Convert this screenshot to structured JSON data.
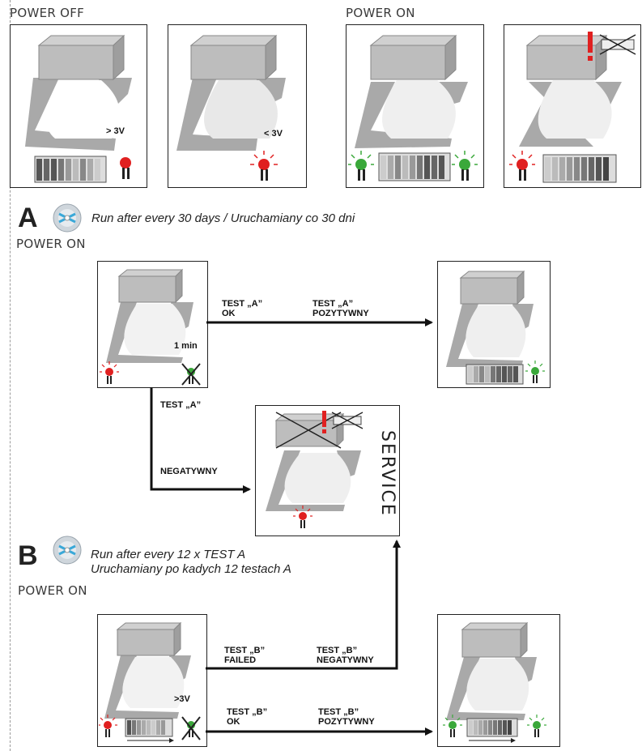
{
  "headers": {
    "power_off": "POWER OFF",
    "power_on_top": "POWER ON",
    "power_on_a": "POWER ON",
    "power_on_b": "POWER ON"
  },
  "panels": {
    "p1_voltage": "> 3V",
    "p2_voltage": "< 3V",
    "pa_timer": "1 min",
    "pb_voltage": ">3V"
  },
  "section_a": {
    "letter": "A",
    "description": "Run after every 30 days / Uruchamiany co 30 dni",
    "ok_label_line1": "TEST „A”",
    "ok_label_line2": "OK",
    "pos_label_line1": "TEST „A”",
    "pos_label_line2": "POZYTYWNY",
    "neg_label_line1": "TEST „A”",
    "neg_label_line2": "NEGATYWNY"
  },
  "section_b": {
    "letter": "B",
    "description_line1": "Run after every 12 x TEST A",
    "description_line2": "Uruchamiany po kadych 12 testach A",
    "failed_line1": "TEST „B”",
    "failed_line2": "FAILED",
    "neg_line1": "TEST „B”",
    "neg_line2": "NEGATYWNY",
    "ok_line1": "TEST „B”",
    "ok_line2": "OK",
    "pos_line1": "TEST „B”",
    "pos_line2": "POZYTYWNY"
  },
  "service": {
    "label": "SERVICE"
  },
  "colors": {
    "led_red": "#e02020",
    "led_green": "#3aa83a",
    "box_gray": "#b5b5b5",
    "floor_gray": "#a9a9a9",
    "beam_white": "#f2f2f2",
    "arrow": "#111111"
  }
}
